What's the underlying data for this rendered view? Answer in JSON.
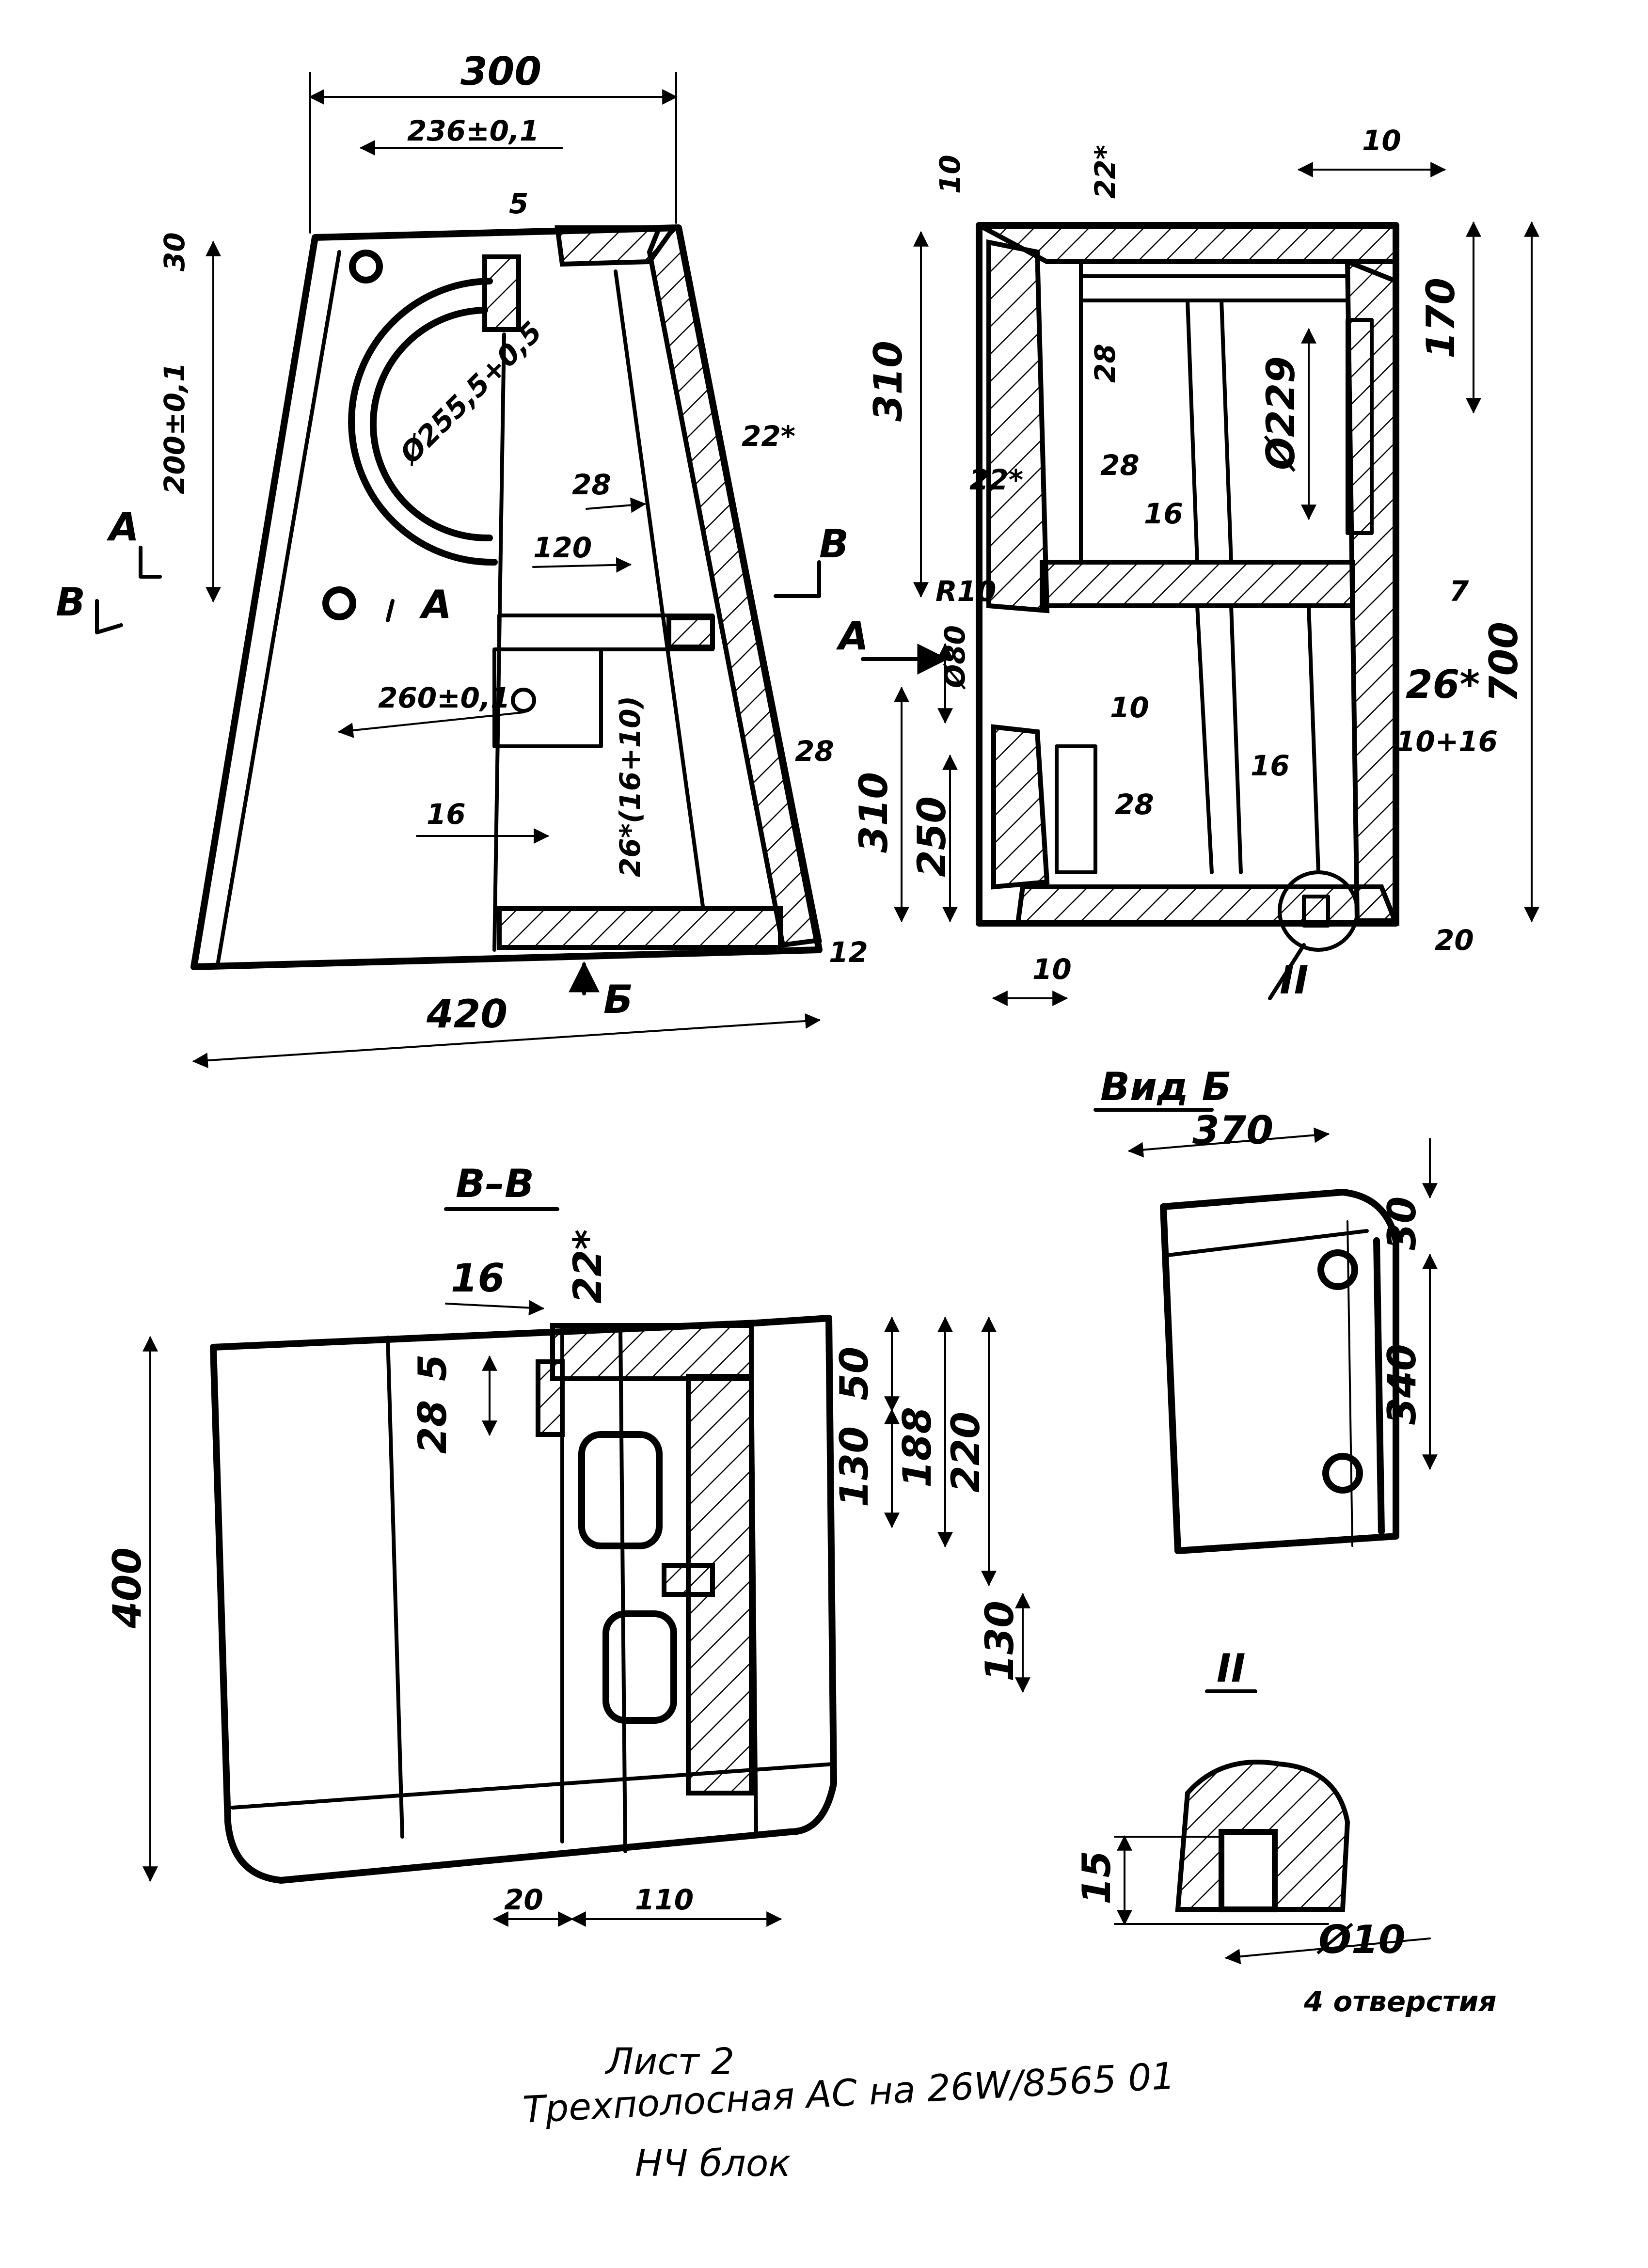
{
  "drawing": {
    "caption": {
      "line1": "Лист 2",
      "line2": "Трехполосная АС на 26W/8565 01",
      "line3": "НЧ блок"
    },
    "front_view": {
      "section_marks": [
        "А",
        "А",
        "В",
        "В",
        "Б"
      ],
      "dims": [
        "300",
        "236±0,1",
        "30",
        "5",
        "200±0,1",
        "Ø255,5+0,5",
        "28",
        "22*",
        "120",
        "260±0,1",
        "16",
        "26*(16+10)",
        "28",
        "420",
        "12"
      ]
    },
    "side_section": {
      "section_marks": [
        "А"
      ],
      "dims": [
        "10",
        "22*",
        "10",
        "310",
        "170",
        "28",
        "Ø229",
        "22*",
        "28",
        "16",
        "R10",
        "Ø80",
        "7",
        "26*",
        "700",
        "10",
        "10+16",
        "310",
        "250",
        "28",
        "16",
        "10",
        "20"
      ],
      "detail_ref": "II"
    },
    "section_bb": {
      "title": "В–В",
      "dims": [
        "16",
        "22*",
        "28",
        "5",
        "50",
        "130",
        "188",
        "220",
        "400",
        "130",
        "20",
        "110"
      ]
    },
    "view_b": {
      "title": "Вид Б",
      "dims": [
        "370",
        "30",
        "340"
      ]
    },
    "detail_ii": {
      "title": "II",
      "dims": [
        "15",
        "Ø10"
      ],
      "note": "4 отверстия"
    }
  }
}
